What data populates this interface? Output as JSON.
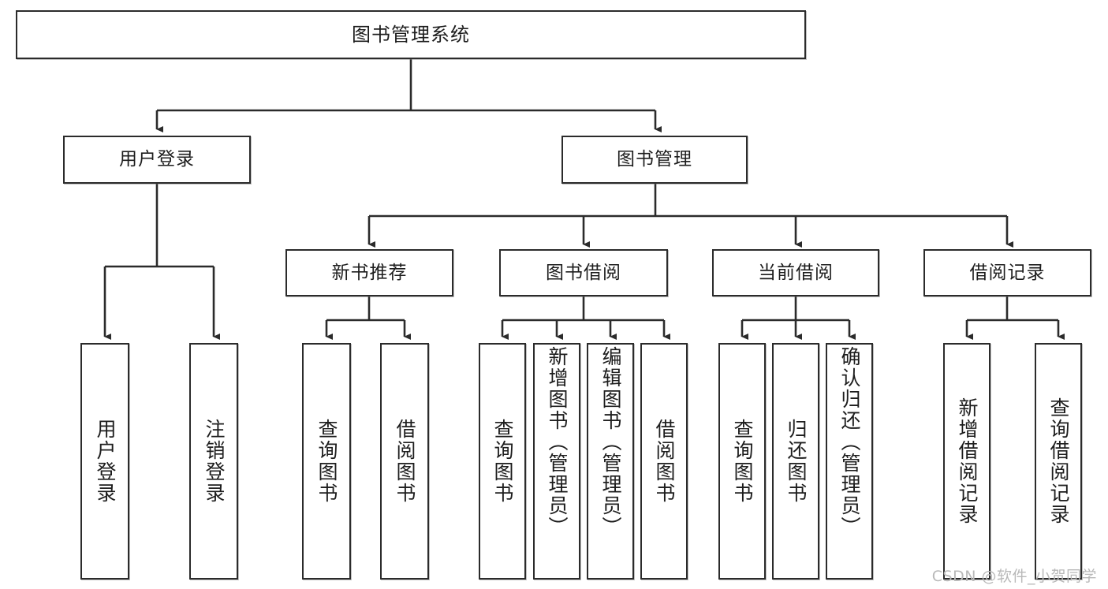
{
  "diagram": {
    "type": "tree",
    "title": "图书管理系统",
    "orientation": "top-down",
    "colors": {
      "box_border": "#2b2b2b",
      "box_fill": "#ffffff",
      "connector": "#2b2b2b",
      "text": "#1d1d1d",
      "watermark": "#b9b9b9",
      "background": "#ffffff"
    }
  },
  "root": {
    "label": "图书管理系统"
  },
  "branches": [
    {
      "label": "用户登录"
    },
    {
      "label": "图书管理"
    }
  ],
  "subbranches": [
    {
      "label": "新书推荐"
    },
    {
      "label": "图书借阅"
    },
    {
      "label": "当前借阅"
    },
    {
      "label": "借阅记录"
    }
  ],
  "leaves": {
    "user_login": [
      {
        "label": "用户登录"
      },
      {
        "label": "注销登录"
      }
    ],
    "new_book_recommend": [
      {
        "label": "查询图书"
      },
      {
        "label": "借阅图书"
      }
    ],
    "book_borrow": [
      {
        "label": "查询图书"
      },
      {
        "label": "新增图书（管理员）"
      },
      {
        "label": "编辑图书（管理员）"
      },
      {
        "label": "借阅图书"
      }
    ],
    "current_borrow": [
      {
        "label": "查询图书"
      },
      {
        "label": "归还图书"
      },
      {
        "label": "确认归还（管理员）"
      }
    ],
    "borrow_record": [
      {
        "label": "新增借阅记录"
      },
      {
        "label": "查询借阅记录"
      }
    ]
  },
  "watermark": {
    "text": "CSDN @软件_小贺同学"
  }
}
